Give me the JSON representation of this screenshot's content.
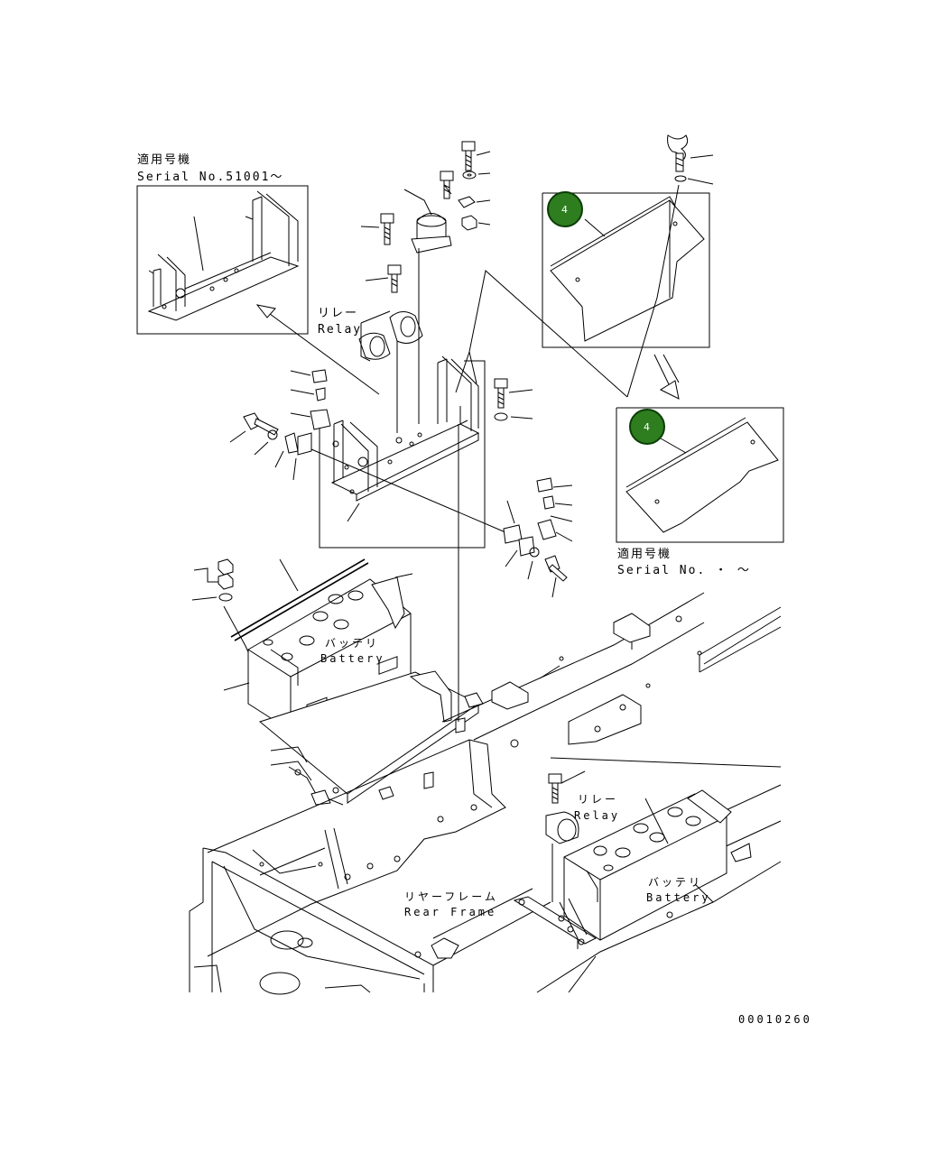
{
  "labels": {
    "serial_top_jp": "適用号機",
    "serial_top_en": "Serial No.51001～",
    "relay_top_jp": "リレー",
    "relay_top_en": "Relay",
    "battery_top_jp": "バッテリ",
    "battery_top_en": "Battery",
    "serial_right_jp": "適用号機",
    "serial_right_en": "Serial No.  ・ ～",
    "relay_bottom_jp": "リレー",
    "relay_bottom_en": "Relay",
    "battery_bottom_jp": "バッテリ",
    "battery_bottom_en": "Battery",
    "rear_frame_jp": "リヤーフレーム",
    "rear_frame_en": "Rear Frame",
    "drawing_number": "00010260"
  },
  "callouts": [
    {
      "number": "4"
    },
    {
      "number": "4"
    }
  ]
}
